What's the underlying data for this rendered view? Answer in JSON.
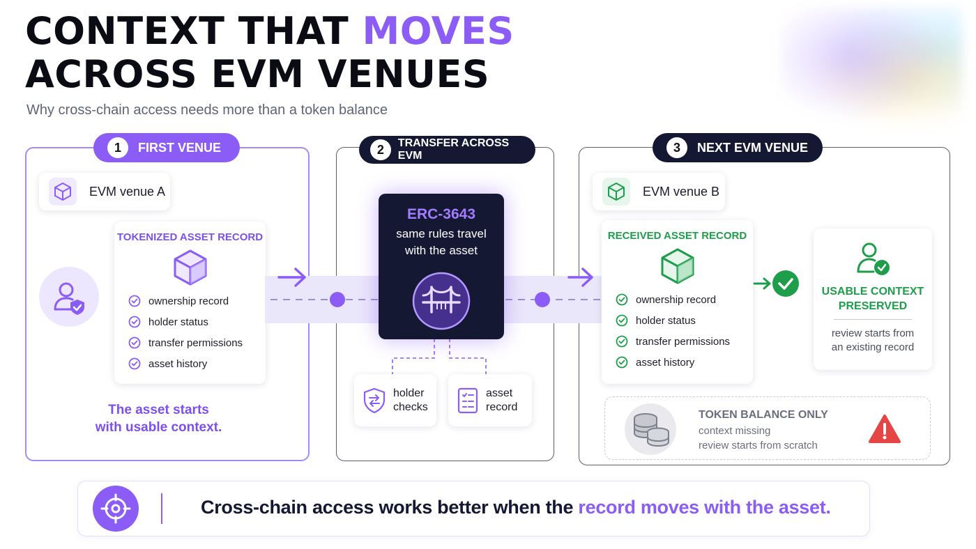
{
  "header": {
    "title_line1_part1": "CONTEXT THAT ",
    "title_line1_accent": "MOVES",
    "title_line2": "ACROSS EVM VENUES",
    "subtitle": "Why cross-chain access needs more than a token balance"
  },
  "colors": {
    "accent_purple": "#8b5cf6",
    "dark_navy": "#141833",
    "success_green": "#1e9e4a",
    "warning_red": "#e54545"
  },
  "step1": {
    "number": "1",
    "label": "FIRST VENUE",
    "venue": "EVM venue A",
    "record_title": "TOKENIZED ASSET RECORD",
    "items": [
      "ownership record",
      "holder status",
      "transfer permissions",
      "asset history"
    ],
    "caption_line1": "The asset starts",
    "caption_line2": "with usable context."
  },
  "step2": {
    "number": "2",
    "label": "TRANSFER ACROSS EVM",
    "standard": "ERC-3643",
    "standard_text_line1": "same rules travel",
    "standard_text_line2": "with the asset",
    "check1_line1": "holder",
    "check1_line2": "checks",
    "check2_line1": "asset",
    "check2_line2": "record"
  },
  "step3": {
    "number": "3",
    "label": "NEXT EVM VENUE",
    "venue": "EVM venue B",
    "record_title": "RECEIVED ASSET RECORD",
    "items": [
      "ownership record",
      "holder status",
      "transfer permissions",
      "asset history"
    ],
    "usable_title_line1": "USABLE CONTEXT",
    "usable_title_line2": "PRESERVED",
    "usable_text_line1": "review starts from",
    "usable_text_line2": "an existing record",
    "token_title": "TOKEN BALANCE ONLY",
    "token_line1": "context missing",
    "token_line2": "review starts from scratch"
  },
  "footer": {
    "text_part1": "Cross-chain access works better when the ",
    "text_accent": "record moves with the asset."
  },
  "icons": [
    "cube-icon",
    "user-shield-icon",
    "check-circle-icon",
    "bridge-icon",
    "shield-swap-icon",
    "document-list-icon",
    "user-check-icon",
    "coins-icon",
    "warning-icon",
    "target-icon",
    "arrow-right-icon"
  ]
}
